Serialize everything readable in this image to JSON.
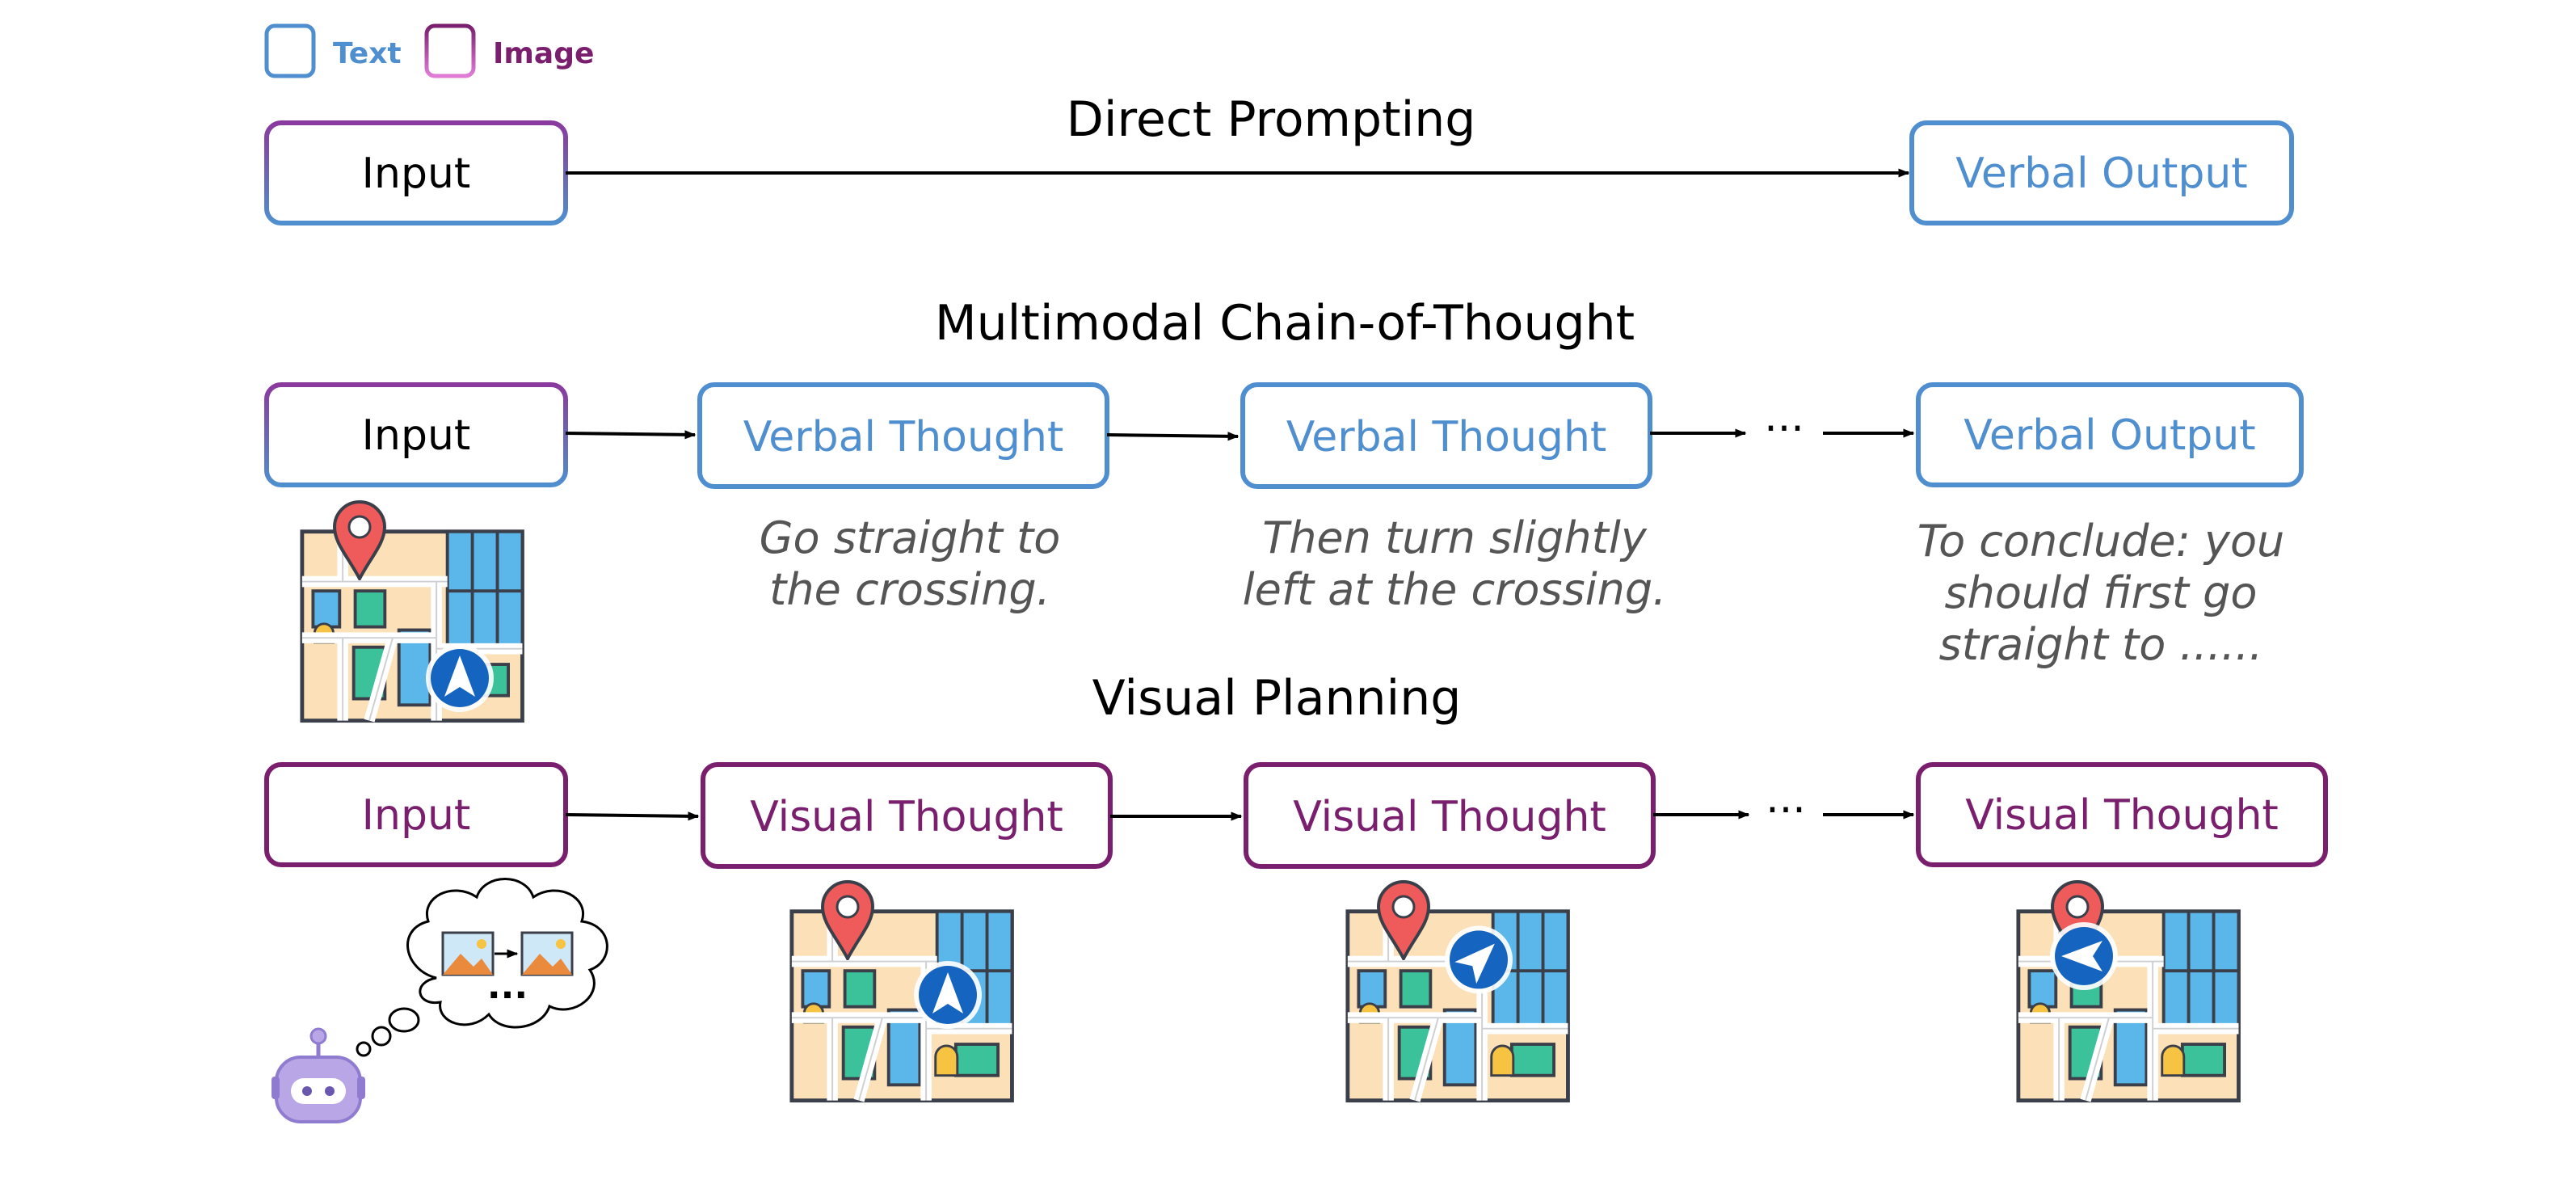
{
  "legend": {
    "text": {
      "label": "Text",
      "color": "#4f8fcf"
    },
    "image": {
      "label": "Image",
      "color": "#7a1f6e"
    }
  },
  "direct_prompting": {
    "title": "Direct Prompting",
    "input": "Input",
    "output": "Verbal Output"
  },
  "mcot": {
    "title": "Multimodal Chain-of-Thought",
    "input": "Input",
    "thought_1": "Verbal Thought",
    "thought_2": "Verbal Thought",
    "ellipsis": "···",
    "output": "Verbal Output",
    "caption_1": [
      "Go straight to",
      "the crossing."
    ],
    "caption_2": [
      "Then turn slightly",
      "left at the crossing."
    ],
    "caption_3": [
      "To conclude: you",
      "should first go",
      "straight to ......"
    ]
  },
  "visual_planning": {
    "title": "Visual Planning",
    "input": "Input",
    "thought_1": "Visual Thought",
    "thought_2": "Visual Thought",
    "ellipsis": "···",
    "thought_3": "Visual Thought",
    "thought_cloud_ellipsis": "···"
  },
  "colors": {
    "text_box": "#4f8fcf",
    "image_box": "#7a1f6e",
    "gradient_purple": "#8a3a9e",
    "gradient_blue": "#4f8fcf",
    "caption": "#555555",
    "map_bg": "#fbe0b8",
    "map_block": "#5bb6ea",
    "map_green": "#3cc29a",
    "pin": "#ef5a5a",
    "nav": "#1565c0",
    "robot": "#b9a6e6"
  },
  "icons": [
    "map-icon",
    "location-pin-icon",
    "navigation-arrow-icon",
    "robot-icon",
    "thought-cloud-icon",
    "image-icon"
  ]
}
